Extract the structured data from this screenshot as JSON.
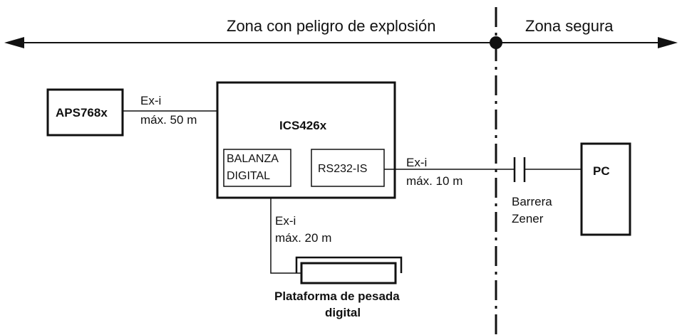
{
  "zones": {
    "hazard": "Zona con peligro de explosión",
    "safe": "Zona segura"
  },
  "devices": {
    "aps": "APS768x",
    "ics": "ICS426x",
    "balanza_line1": "BALANZA",
    "balanza_line2": "DIGITAL",
    "rs232": "RS232-IS",
    "pc": "PC",
    "plataforma_line1": "Plataforma de pesada",
    "plataforma_line2": "digital"
  },
  "connections": {
    "aps_ics_type": "Ex-i",
    "aps_ics_len": "máx. 50 m",
    "ics_pc_type": "Ex-i",
    "ics_pc_len": "máx. 10 m",
    "ics_plat_type": "Ex-i",
    "ics_plat_len": "máx. 20 m",
    "barrier_line1": "Barrera",
    "barrier_line2": "Zener"
  },
  "colors": {
    "stroke": "#111111",
    "background": "#ffffff"
  }
}
